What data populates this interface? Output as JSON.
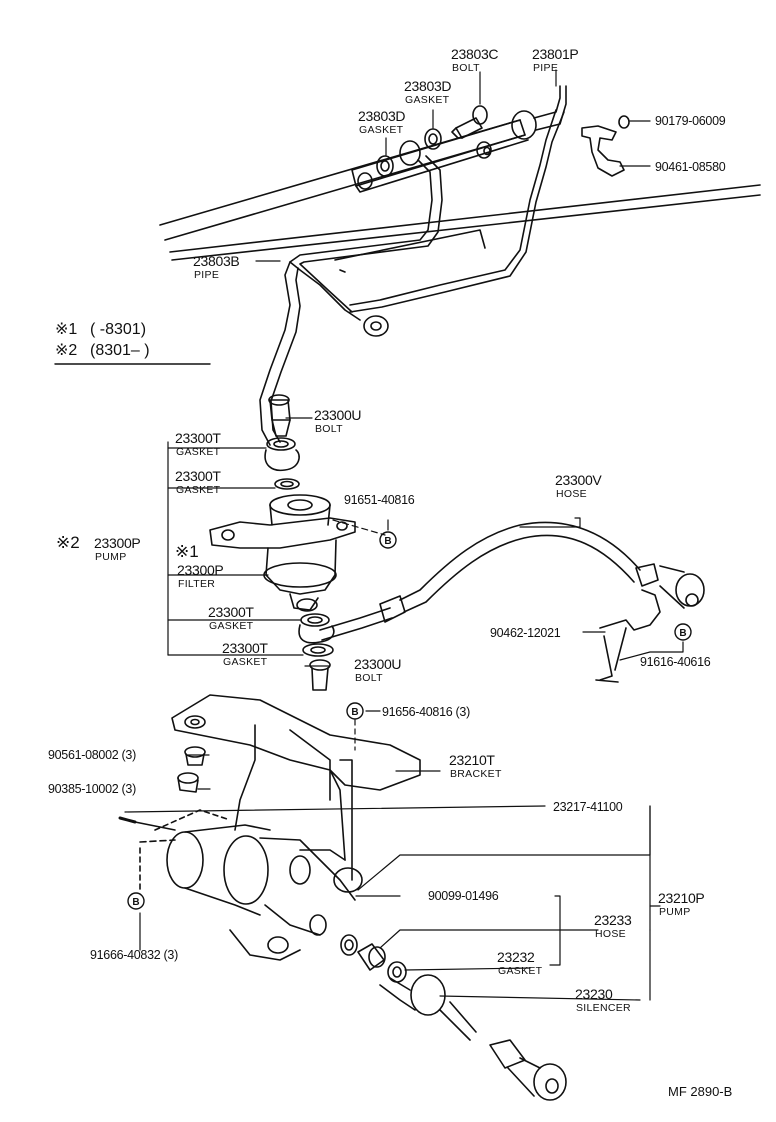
{
  "legend": {
    "mark1_symbol": "※1",
    "mark1_range": "(      -8301)",
    "mark2_symbol": "※2",
    "mark2_range": "(8301–      )"
  },
  "parts": {
    "bolt_23803c": {
      "number": "23803C",
      "name": "BOLT"
    },
    "pipe_23801p": {
      "number": "23801P",
      "name": "PIPE"
    },
    "gasket_23803d_upper": {
      "number": "23803D",
      "name": "GASKET"
    },
    "gasket_23803d_lower": {
      "number": "23803D",
      "name": "GASKET"
    },
    "clip_90179": {
      "number": "90179-06009"
    },
    "clamp_90461": {
      "number": "90461-08580"
    },
    "pipe_23803b": {
      "number": "23803B",
      "name": "PIPE"
    },
    "bolt_23300u_upper": {
      "number": "23300U",
      "name": "BOLT"
    },
    "gasket_23300t_1": {
      "number": "23300T",
      "name": "GASKET"
    },
    "gasket_23300t_2": {
      "number": "23300T",
      "name": "GASKET"
    },
    "screw_91651": {
      "number": "91651-40816"
    },
    "hose_23300v": {
      "number": "23300V",
      "name": "HOSE"
    },
    "pump_23300p": {
      "mark": "※2",
      "number": "23300P",
      "name": "PUMP"
    },
    "filter_23300p": {
      "mark": "※1",
      "number": "23300P",
      "name": "FILTER"
    },
    "gasket_23300t_3": {
      "number": "23300T",
      "name": "GASKET"
    },
    "gasket_23300t_4": {
      "number": "23300T",
      "name": "GASKET"
    },
    "clamp_90462": {
      "number": "90462-12021"
    },
    "screw_91616": {
      "number": "91616-40616"
    },
    "bolt_23300u_lower": {
      "number": "23300U",
      "name": "BOLT"
    },
    "screw_91656": {
      "number": "91656-40816 (3)"
    },
    "nut_90561": {
      "number": "90561-08002 (3)"
    },
    "cushion_90385": {
      "number": "90385-10002 (3)"
    },
    "bracket_23210t": {
      "number": "23210T",
      "name": "BRACKET"
    },
    "part_23217": {
      "number": "23217-41100"
    },
    "pump_23210p": {
      "number": "23210P",
      "name": "PUMP"
    },
    "ring_90099": {
      "number": "90099-01496"
    },
    "hose_23233": {
      "number": "23233",
      "name": "HOSE"
    },
    "gasket_23232": {
      "number": "23232",
      "name": "GASKET"
    },
    "silencer_23230": {
      "number": "23230",
      "name": "SILENCER"
    },
    "screw_91666": {
      "number": "91666-40832 (3)"
    }
  },
  "callout_letter": "B",
  "drawing_code": "MF  2890-B"
}
